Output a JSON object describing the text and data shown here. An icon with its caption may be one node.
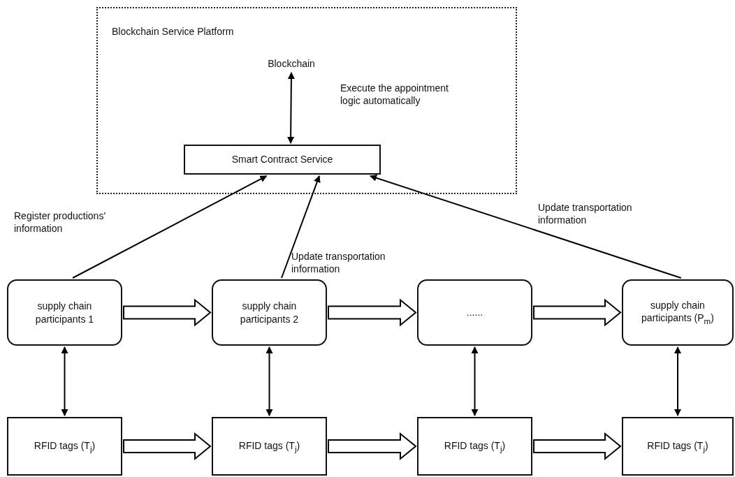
{
  "diagram": {
    "nodes": [
      {
        "text": [
          "Blockchain Service Platform"
        ]
      },
      {
        "text": [
          "Blockchain"
        ],
        "in": 0
      },
      {
        "text": [
          "Smart Contract Service"
        ],
        "in": 0
      },
      {
        "text": [
          "supply chain participants 1"
        ]
      },
      {
        "text": [
          "supply chain participants 2"
        ]
      },
      {
        "text": [
          "......"
        ]
      },
      {
        "text": [
          "supply chain participants (P$_{m}$)"
        ]
      },
      {
        "text": [
          "RFID tags (T$_{j}$)"
        ]
      },
      {
        "text": [
          "RFID tags (T$_{j}$)"
        ]
      },
      {
        "text": [
          "RFID tags (T$_{j}$)"
        ]
      },
      {
        "text": [
          "RFID tags (T$_{j}$)"
        ]
      }
    ],
    "edges": [
      {
        "from": 1,
        "to": 2,
        "arrow": "both"
      },
      {
        "from": 3,
        "to": 2,
        "arrow": "to",
        "label": "Register productions' information"
      },
      {
        "from": 4,
        "to": 2,
        "arrow": "to",
        "label": "Update transportation information"
      },
      {
        "from": 6,
        "to": 2,
        "arrow": "to",
        "label": "Update transportation information"
      },
      {
        "from": 3,
        "to": 4,
        "arrow": "to",
        "style": "thick"
      },
      {
        "from": 4,
        "to": 5,
        "arrow": "to",
        "style": "thick"
      },
      {
        "from": 5,
        "to": 6,
        "arrow": "to",
        "style": "thick"
      },
      {
        "from": 7,
        "to": 8,
        "arrow": "to",
        "style": "thick"
      },
      {
        "from": 8,
        "to": 9,
        "arrow": "to",
        "style": "thick"
      },
      {
        "from": 9,
        "to": 10,
        "arrow": "to",
        "style": "thick"
      },
      {
        "from": 3,
        "to": 7,
        "arrow": "both"
      },
      {
        "from": 4,
        "to": 8,
        "arrow": "both"
      },
      {
        "from": 5,
        "to": 9,
        "arrow": "both"
      },
      {
        "from": 6,
        "to": 10,
        "arrow": "both"
      }
    ],
    "labels": [
      "Execute the appointment logic automatically"
    ]
  }
}
